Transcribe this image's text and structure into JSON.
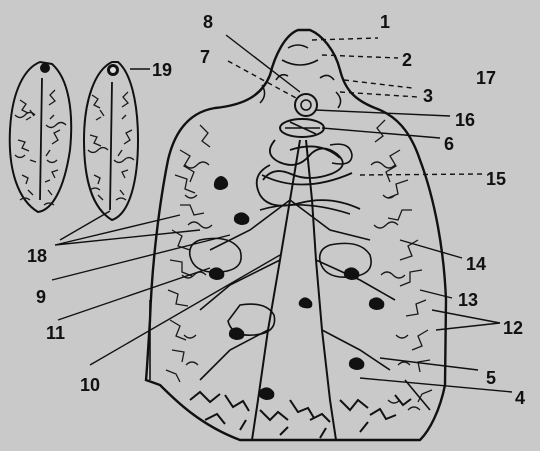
{
  "labels": [
    "1",
    "2",
    "3",
    "4",
    "5",
    "6",
    "7",
    "8",
    "9",
    "10",
    "11",
    "12",
    "13",
    "14",
    "15",
    "16",
    "17",
    "18",
    "19"
  ],
  "colors": {
    "background": "#c9c9c9",
    "ink": "#111111"
  }
}
